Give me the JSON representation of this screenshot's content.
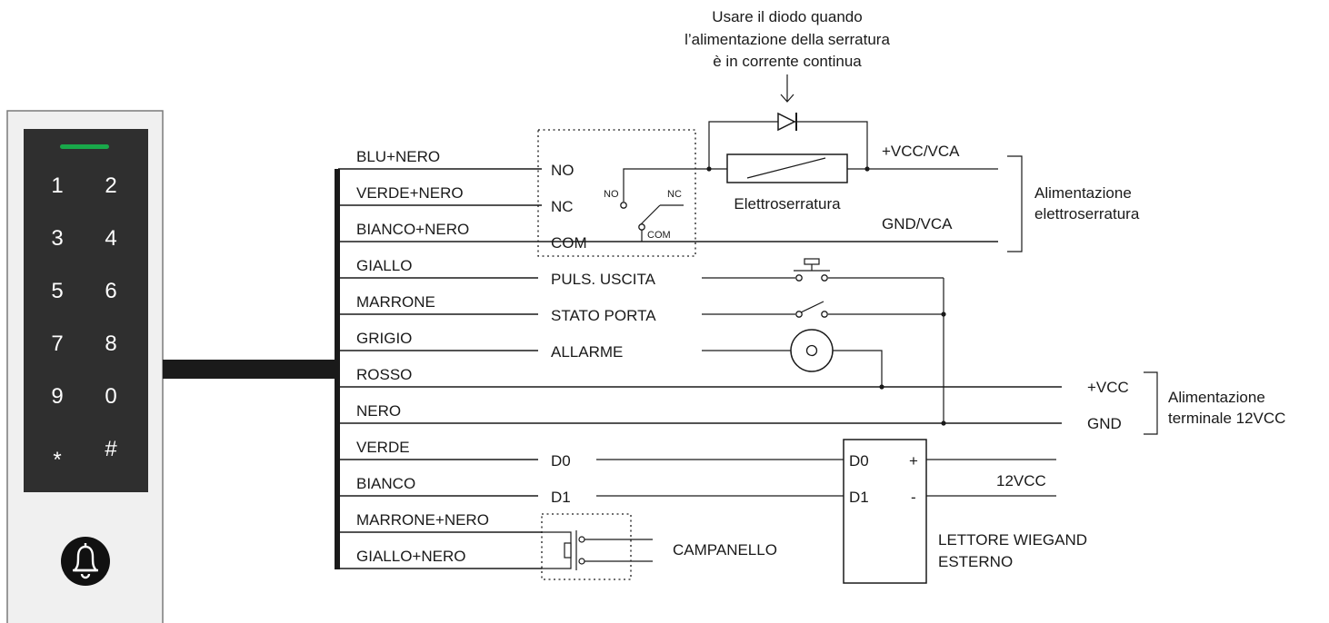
{
  "note": {
    "lines": [
      "Usare il diodo quando",
      "l’alimentazione della serratura",
      "è in corrente continua"
    ]
  },
  "keypad": {
    "keys": [
      "1",
      "2",
      "3",
      "4",
      "5",
      "6",
      "7",
      "8",
      "9",
      "0",
      "*",
      "#"
    ],
    "led_color": "#19a84a",
    "icon": "bell-icon"
  },
  "wires": [
    {
      "color": "BLU+NERO",
      "terminal": "NO"
    },
    {
      "color": "VERDE+NERO",
      "terminal": "NC"
    },
    {
      "color": "BIANCO+NERO",
      "terminal": "COM"
    },
    {
      "color": "GIALLO",
      "terminal": "PULS. USCITA"
    },
    {
      "color": "MARRONE",
      "terminal": "STATO PORTA"
    },
    {
      "color": "GRIGIO",
      "terminal": "ALLARME"
    },
    {
      "color": "ROSSO",
      "terminal": ""
    },
    {
      "color": "NERO",
      "terminal": ""
    },
    {
      "color": "VERDE",
      "terminal": "D0"
    },
    {
      "color": "BIANCO",
      "terminal": "D1"
    },
    {
      "color": "MARRONE+NERO",
      "terminal": ""
    },
    {
      "color": "GIALLO+NERO",
      "terminal": ""
    }
  ],
  "relay": {
    "no": "NO",
    "nc": "NC",
    "com": "COM"
  },
  "lock": {
    "label": "Elettroserratura",
    "vcc": "+VCC/VCA",
    "gnd": "GND/VCA",
    "supply": [
      "Alimentazione",
      "elettroserratura"
    ]
  },
  "terminal_power": {
    "vcc": "+VCC",
    "gnd": "GND",
    "label": [
      "Alimentazione",
      "terminale 12VCC"
    ]
  },
  "reader": {
    "d0": "D0",
    "d1": "D1",
    "plus": "+",
    "minus": "-",
    "supply": "12VCC",
    "label": [
      "LETTORE WIEGAND",
      "ESTERNO"
    ]
  },
  "bell": {
    "label": "CAMPANELLO"
  }
}
